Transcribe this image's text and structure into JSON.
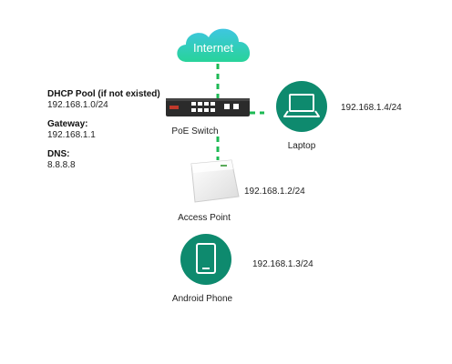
{
  "colors": {
    "accent": "#0e8a6e",
    "link": "#1db954",
    "cloud_top": "#3ec6e0",
    "cloud_bottom": "#28d39a",
    "switch_body": "#2b2b2b",
    "switch_port": "#ffffff",
    "ap_body": "#f2f2f2"
  },
  "nodes": {
    "internet": {
      "label": "Internet",
      "icon": "cloud-icon"
    },
    "switch": {
      "label": "PoE Switch",
      "icon": "switch-icon"
    },
    "laptop": {
      "label": "Laptop",
      "ip": "192.168.1.4/24",
      "icon": "laptop-icon"
    },
    "access_point": {
      "label": "Access Point",
      "ip": "192.168.1.2/24",
      "icon": "access-point-icon"
    },
    "phone": {
      "label": "Android Phone",
      "ip": "192.168.1.3/24",
      "icon": "phone-icon"
    }
  },
  "info": {
    "dhcp_title": "DHCP Pool (if not existed)",
    "dhcp_value": "192.168.1.0/24",
    "gateway_title": "Gateway:",
    "gateway_value": "192.168.1.1",
    "dns_title": "DNS:",
    "dns_value": "8.8.8.8"
  }
}
